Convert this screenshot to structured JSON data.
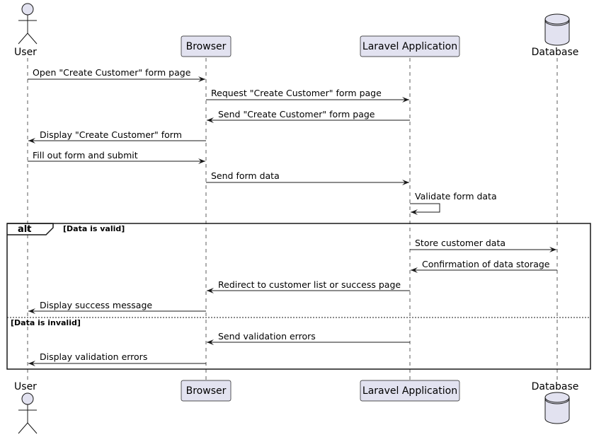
{
  "participants": [
    {
      "id": "user",
      "label": "User",
      "kind": "actor"
    },
    {
      "id": "browser",
      "label": "Browser",
      "kind": "box"
    },
    {
      "id": "laravel",
      "label": "Laravel Application",
      "kind": "box"
    },
    {
      "id": "db",
      "label": "Database",
      "kind": "database"
    }
  ],
  "messages": [
    {
      "from": "user",
      "to": "browser",
      "text": "Open \"Create Customer\" form page"
    },
    {
      "from": "browser",
      "to": "laravel",
      "text": "Request \"Create Customer\" form page"
    },
    {
      "from": "laravel",
      "to": "browser",
      "text": "Send \"Create Customer\" form page"
    },
    {
      "from": "browser",
      "to": "user",
      "text": "Display \"Create Customer\" form"
    },
    {
      "from": "user",
      "to": "browser",
      "text": "Fill out form and submit"
    },
    {
      "from": "browser",
      "to": "laravel",
      "text": "Send form data"
    },
    {
      "from": "laravel",
      "to": "laravel",
      "text": "Validate form data"
    },
    {
      "from": "laravel",
      "to": "db",
      "text": "Store customer data"
    },
    {
      "from": "db",
      "to": "laravel",
      "text": "Confirmation of data storage"
    },
    {
      "from": "laravel",
      "to": "browser",
      "text": "Redirect to customer list or success page"
    },
    {
      "from": "browser",
      "to": "user",
      "text": "Display success message"
    },
    {
      "from": "laravel",
      "to": "browser",
      "text": "Send validation errors"
    },
    {
      "from": "browser",
      "to": "user",
      "text": "Display validation errors"
    }
  ],
  "fragment": {
    "keyword": "alt",
    "conditions": [
      "[Data is valid]",
      "[Data is invalid]"
    ]
  },
  "colors": {
    "participant_fill": "#e2e2f0",
    "border": "#181818",
    "lifeline": "#181818"
  }
}
